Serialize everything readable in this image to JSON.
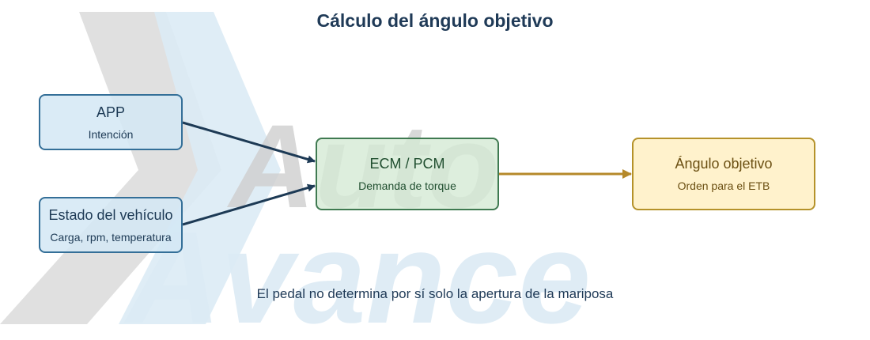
{
  "diagram": {
    "title": "Cálculo del ángulo objetivo",
    "watermark": {
      "line1": "Auto",
      "line2": "Avance"
    },
    "nodes": {
      "app": {
        "label": "APP",
        "sub": "Intención"
      },
      "vehicle": {
        "label": "Estado del vehículo",
        "sub": "Carga, rpm, temperatura"
      },
      "ecm": {
        "label": "ECM / PCM",
        "sub": "Demanda de torque"
      },
      "target": {
        "label": "Ángulo objetivo",
        "sub": "Orden para el ETB"
      }
    },
    "edges": [
      {
        "from": "app",
        "to": "ecm"
      },
      {
        "from": "vehicle",
        "to": "ecm"
      },
      {
        "from": "ecm",
        "to": "target"
      }
    ],
    "caption": "El pedal no determina por sí solo la apertura de la mariposa",
    "colors": {
      "title": "#1f3a57",
      "input_border": "#346f98",
      "input_fill": "#d3e8f4",
      "ecm_border": "#3f7a51",
      "ecm_fill": "#d5ead5",
      "output_border": "#b5922a",
      "output_fill": "#fff2cc",
      "arrow_dark": "#1d3a55",
      "arrow_gold": "#b5892a"
    }
  }
}
